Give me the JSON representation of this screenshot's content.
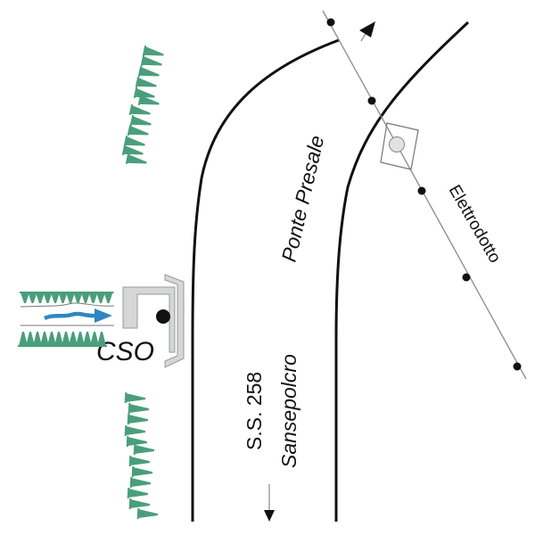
{
  "title": "CSO site diagram near Ponte Presale",
  "labels": {
    "road_name_line1": "S.S. 258",
    "road_name_line2": "Sansepolcro",
    "bridge": "Ponte Presale",
    "power_line": "Elettrodotto",
    "outfall": "CSO"
  },
  "legend_semantics": {
    "road": "two black curved lines (road edges)",
    "power_line": "thin grey line with black pylon dots",
    "vegetation": "green tick symbols (riverbank vegetation)",
    "flow": "blue arrow indicating flow direction into CSO",
    "direction_arrows": [
      "north-pointing arrow near power line",
      "downward arrow toward Sansepolcro"
    ]
  },
  "colors": {
    "road": "#111111",
    "power_line": "#888888",
    "pylon": "#111111",
    "vegetation": "#4a9e7c",
    "flow_arrow": "#2f86c0",
    "structure_fill": "#d4d6d8",
    "structure_stroke": "#9a9a9a",
    "tower_fill": "#e2e2e2"
  }
}
